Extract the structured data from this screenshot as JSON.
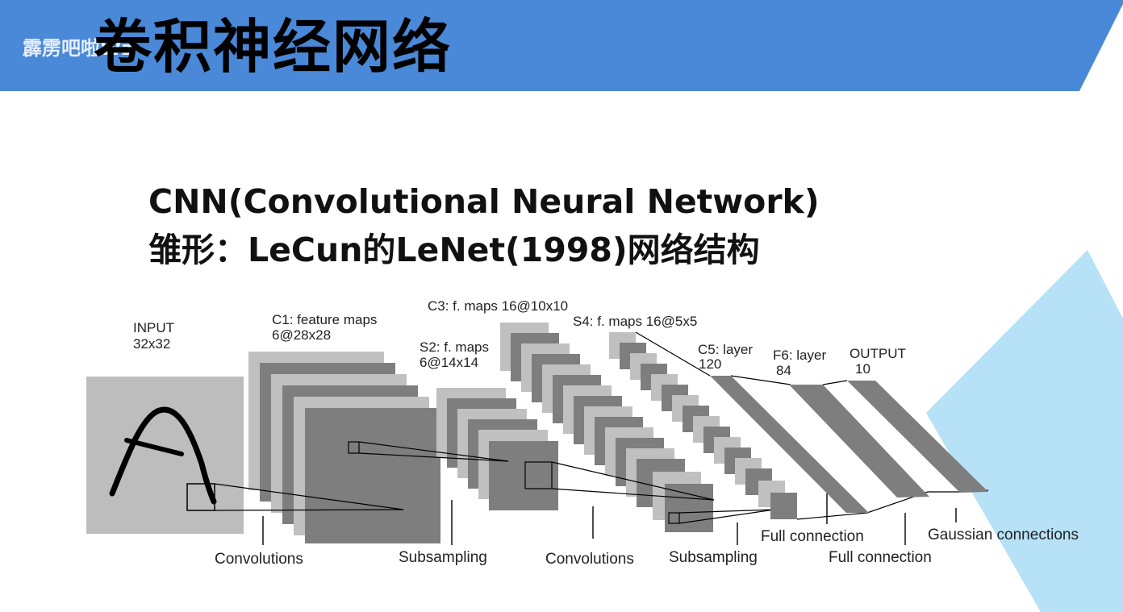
{
  "header": {
    "title": "卷积神经网络",
    "watermark": "霹雳吧啦Wz",
    "banner_color": "#4a88d8",
    "accent_triangle_color": "#b6e1f7"
  },
  "subtitle": {
    "line1": "CNN(Convolutional Neural Network)",
    "line2": "雏形：LeCun的LeNet(1998)网络结构"
  },
  "diagram": {
    "layers": {
      "input_name": "INPUT",
      "input_size": "32x32",
      "c1_name": "C1: feature maps",
      "c1_size": "6@28x28",
      "s2_name": "S2: f. maps",
      "s2_size": "6@14x14",
      "c3_label": "C3: f. maps 16@10x10",
      "s4_label": "S4: f. maps 16@5x5",
      "c5_name": "C5: layer",
      "c5_size": "120",
      "f6_name": "F6: layer",
      "f6_size": "84",
      "output_name": "OUTPUT",
      "output_size": "10"
    },
    "operations": {
      "conv1": "Convolutions",
      "sub1": "Subsampling",
      "conv2": "Convolutions",
      "sub2": "Subsampling",
      "full1": "Full connection",
      "full2": "Full connection",
      "gauss": "Gaussian connections"
    }
  }
}
